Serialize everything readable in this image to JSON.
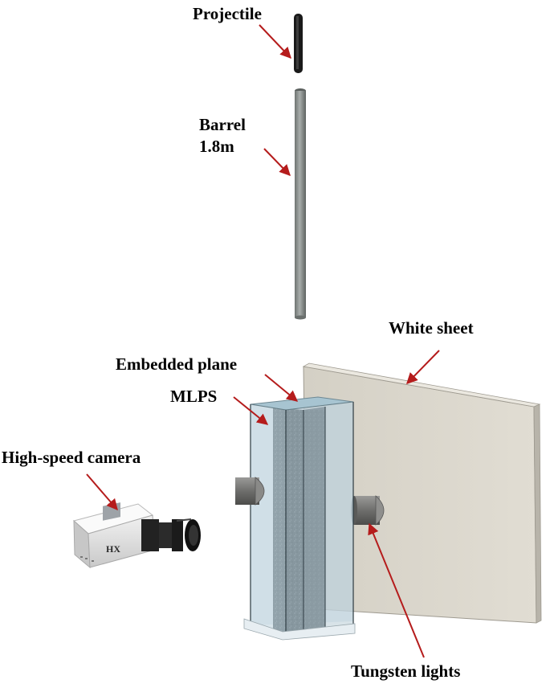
{
  "labels": {
    "projectile": "Projectile",
    "barrel": "Barrel",
    "barrel_length": "1.8m",
    "white_sheet": "White sheet",
    "embedded_plane": "Embedded plane",
    "mlps": "MLPS",
    "camera": "High-speed camera",
    "lights": "Tungsten lights"
  },
  "camera_badge": "HX",
  "colors": {
    "arrow": "#b51c1c",
    "barrel": "#8d9290",
    "sheet": "#d9d5cb",
    "tank_glass": "#c3d6e0",
    "mlps_core": "#4d5a60"
  }
}
